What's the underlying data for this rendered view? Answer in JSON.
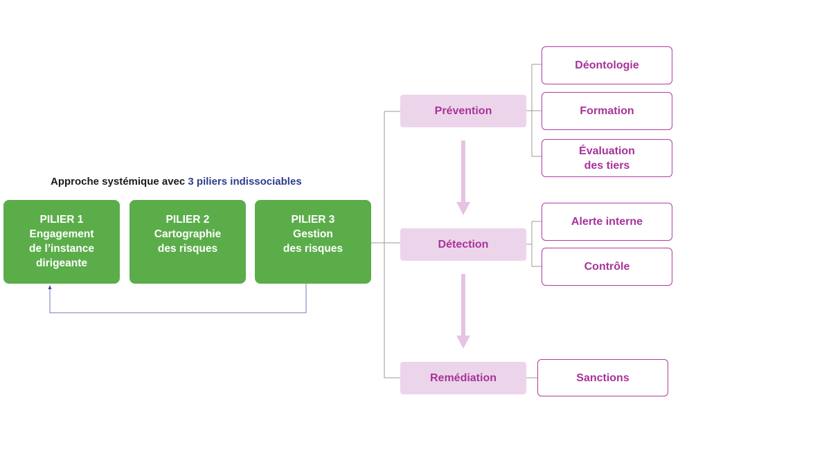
{
  "headline": {
    "lead": "Approche systémique avec ",
    "accent": "3 piliers indissociables"
  },
  "pillars": [
    {
      "title": "PILIER 1",
      "lines": [
        "Engagement",
        "de l’instance",
        "dirigeante"
      ]
    },
    {
      "title": "PILIER 2",
      "lines": [
        "Cartographie",
        "des risques"
      ]
    },
    {
      "title": "PILIER 3",
      "lines": [
        "Gestion",
        "des risques"
      ]
    }
  ],
  "stages": [
    {
      "label": "Prévention"
    },
    {
      "label": "Détection"
    },
    {
      "label": "Remédiation"
    }
  ],
  "leaves": {
    "prevention": [
      {
        "lines": [
          "Déontologie"
        ]
      },
      {
        "lines": [
          "Formation"
        ]
      },
      {
        "lines": [
          "Évaluation",
          "des tiers"
        ]
      }
    ],
    "detection": [
      {
        "lines": [
          "Alerte interne"
        ]
      },
      {
        "lines": [
          "Contrôle"
        ]
      }
    ],
    "remediation": [
      {
        "lines": [
          "Sanctions"
        ]
      }
    ]
  },
  "colors": {
    "pillar_fill": "#5bad4a",
    "stage_fill": "#ecd5ea",
    "stage_text": "#a8329a",
    "leaf_border": "#b03a9f",
    "arrow": "#e6c3e2",
    "connector": "#9a9a9a",
    "feedback_line": "#6f7ab8",
    "accent_text": "#2c3e8c"
  }
}
